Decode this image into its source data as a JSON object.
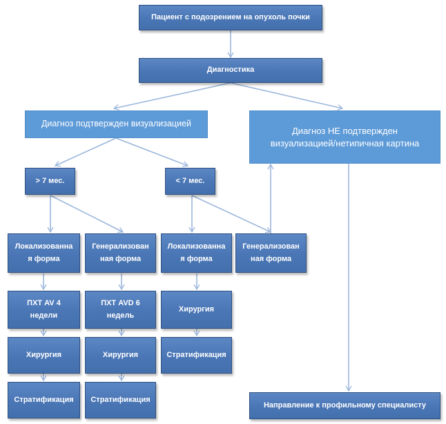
{
  "nodes": {
    "patient": "Пациент с подозрением на опухоль почки",
    "diagnostics": "Диагностика",
    "confirmed": "Диагноз подтвержден визуализацией",
    "not_confirmed": "Диагноз НЕ подтвержден\nвизуализацией/нетипичная картина",
    "gt7": "> 7 мес.",
    "lt7": "< 7 мес.",
    "loc1": "Локализованна\nя форма",
    "gen1": "Генерализован\nная форма",
    "loc2": "Локализованна\nя форма",
    "gen2": "Генерализован\nная форма",
    "pxt_av4": "ПХТ AV 4\nнедели",
    "pxt_avd6": "ПХТ AVD 6\nнедель",
    "surgery1": "Хирургия",
    "surgery2": "Хирургия",
    "surgery3": "Хирургия",
    "strat1": "Стратификация",
    "strat2": "Стратификация",
    "strat3": "Стратификация",
    "referral": "Направление к профильному специалисту"
  },
  "colors": {
    "box_dark": "#4a76b5",
    "box_light": "#5d9ad8",
    "border": "#2e4f7f",
    "arrow": "#9bb6dc"
  }
}
